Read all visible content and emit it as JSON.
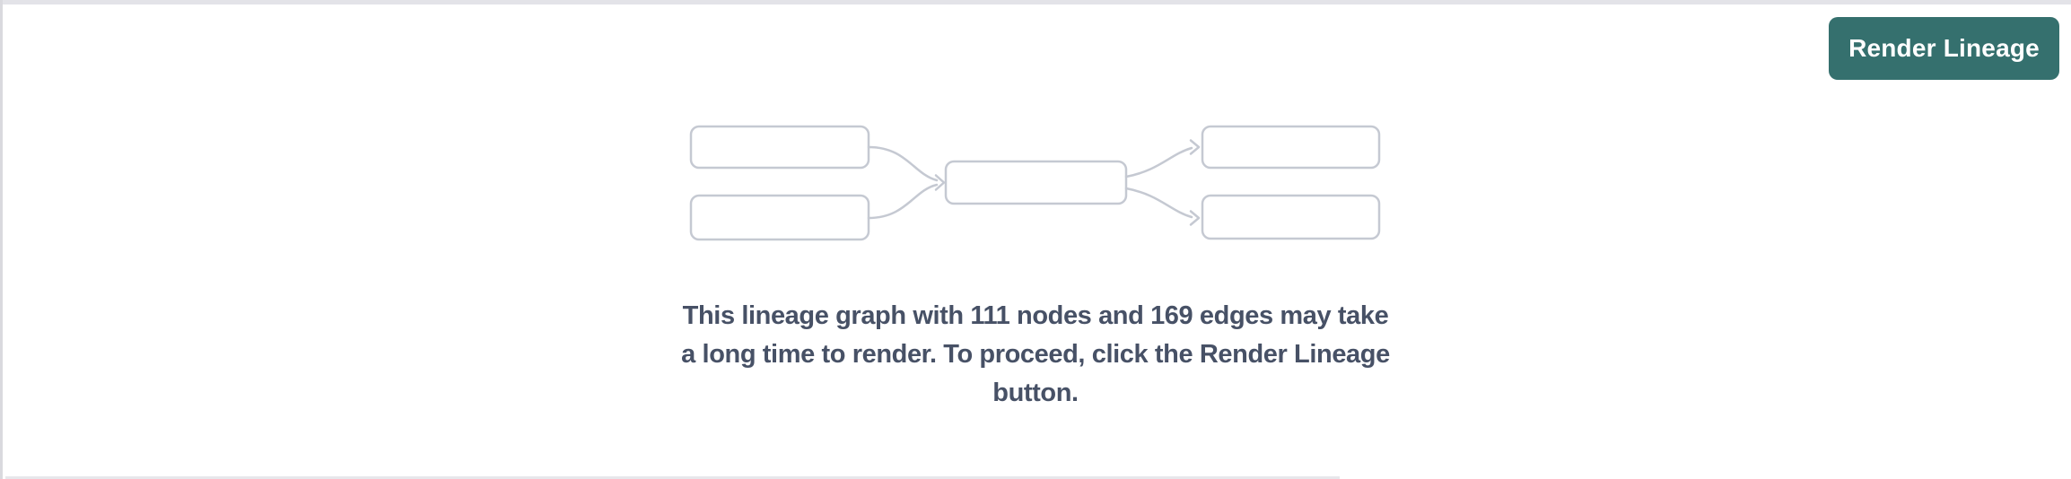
{
  "panel": {
    "name": "lineage-panel",
    "background_color": "#ffffff",
    "divider_color": "#e3e3e8"
  },
  "toolbar": {
    "render_button_label": "Render Lineage",
    "render_button_color": "#35706e",
    "render_button_text_color": "#ffffff"
  },
  "empty_state": {
    "node_count": 111,
    "edge_count": 169,
    "message_line1": "This lineage graph with 111 nodes and 169 edges may take",
    "message_line2": "a long time to render. To proceed, click the Render Lineage",
    "message_line3": "button.",
    "message_color": "#475166",
    "illustration": {
      "icon": "lineage-graph-placeholder-icon",
      "stroke_color": "#c5c9d2",
      "node_boxes": 5,
      "edges": 4
    }
  }
}
